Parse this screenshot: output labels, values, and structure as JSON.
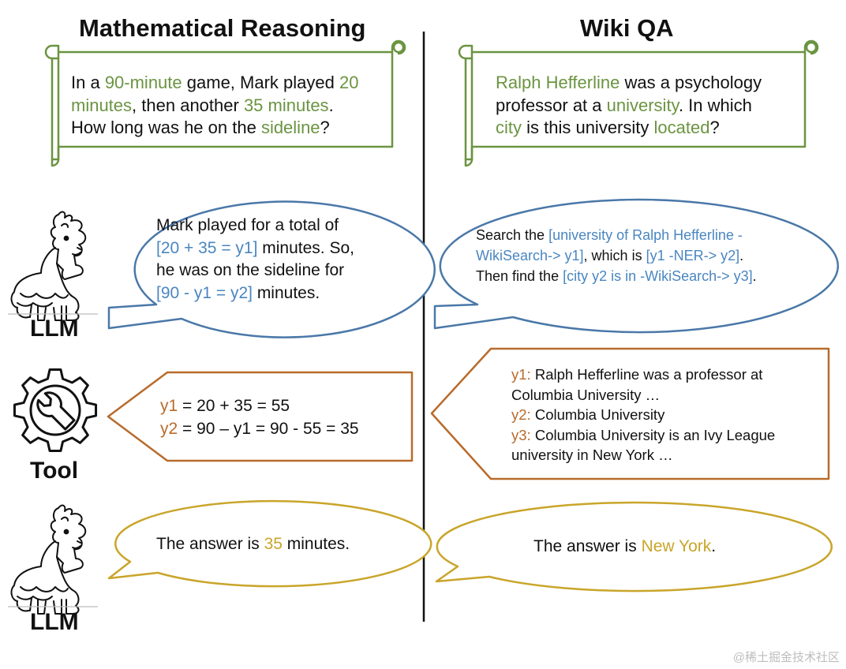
{
  "headings": {
    "left": "Mathematical Reasoning",
    "right": "Wiki QA"
  },
  "agents": {
    "llm_top": "LLM",
    "tool": "Tool",
    "llm_bottom": "LLM"
  },
  "math": {
    "question": [
      [
        {
          "t": "In a "
        },
        {
          "t": "90-minute",
          "c": "g"
        },
        {
          "t": " game, Mark played "
        },
        {
          "t": "20",
          "c": "g"
        }
      ],
      [
        {
          "t": "minutes",
          "c": "g"
        },
        {
          "t": ", then another "
        },
        {
          "t": "35 minutes",
          "c": "g"
        },
        {
          "t": "."
        }
      ],
      [
        {
          "t": "How long was he on the "
        },
        {
          "t": "sideline",
          "c": "g"
        },
        {
          "t": "?"
        }
      ]
    ],
    "llm_reasoning": [
      [
        {
          "t": "Mark played for a total of"
        }
      ],
      [
        {
          "t": "[20 + 35 = y1]",
          "c": "b"
        },
        {
          "t": " minutes. So,"
        }
      ],
      [
        {
          "t": "he was on the sideline for"
        }
      ],
      [
        {
          "t": "[90 - y1 = y2]",
          "c": "b"
        },
        {
          "t": " minutes."
        }
      ]
    ],
    "tool_output": [
      [
        {
          "t": "y1",
          "c": "o"
        },
        {
          "t": " = 20 + 35 = 55"
        }
      ],
      [
        {
          "t": "y2",
          "c": "o"
        },
        {
          "t": " = 90 – y1 = 90 - 55 = 35"
        }
      ]
    ],
    "answer": [
      [
        {
          "t": "The answer is "
        },
        {
          "t": "35",
          "c": "y"
        },
        {
          "t": " minutes."
        }
      ]
    ]
  },
  "wiki": {
    "question": [
      [
        {
          "t": "Ralph Hefferline",
          "c": "g"
        },
        {
          "t": " was a psychology"
        }
      ],
      [
        {
          "t": "professor at a "
        },
        {
          "t": "university",
          "c": "g"
        },
        {
          "t": ". In which"
        }
      ],
      [
        {
          "t": "city",
          "c": "g"
        },
        {
          "t": " is this university "
        },
        {
          "t": "located",
          "c": "g"
        },
        {
          "t": "?"
        }
      ]
    ],
    "llm_reasoning": [
      [
        {
          "t": "Search the "
        },
        {
          "t": "[university of Ralph Hefferline -",
          "c": "b"
        }
      ],
      [
        {
          "t": "WikiSearch-> y1]",
          "c": "b"
        },
        {
          "t": ", which is "
        },
        {
          "t": "[y1 -NER-> y2]",
          "c": "b"
        },
        {
          "t": "."
        }
      ],
      [
        {
          "t": "Then find the "
        },
        {
          "t": "[city y2 is in -WikiSearch-> y3]",
          "c": "b"
        },
        {
          "t": "."
        }
      ]
    ],
    "tool_output": [
      [
        {
          "t": "y1:",
          "c": "o"
        },
        {
          "t": " Ralph Hefferline was a professor at"
        }
      ],
      [
        {
          "t": "Columbia University …"
        }
      ],
      [
        {
          "t": "y2:",
          "c": "o"
        },
        {
          "t": " Columbia University"
        }
      ],
      [
        {
          "t": "y3:",
          "c": "o"
        },
        {
          "t": " Columbia University is an Ivy League"
        }
      ],
      [
        {
          "t": "university in New York …"
        }
      ]
    ],
    "answer": [
      [
        {
          "t": "The answer is "
        },
        {
          "t": "New York",
          "c": "y"
        },
        {
          "t": "."
        }
      ]
    ]
  },
  "watermark": "@稀土掘金技术社区",
  "colors": {
    "question_green": "#6b9441",
    "llm_blue": "#4a78a8",
    "tool_orange": "#b86b2b",
    "answer_gold": "#c9a52a",
    "divider": "#111111"
  }
}
